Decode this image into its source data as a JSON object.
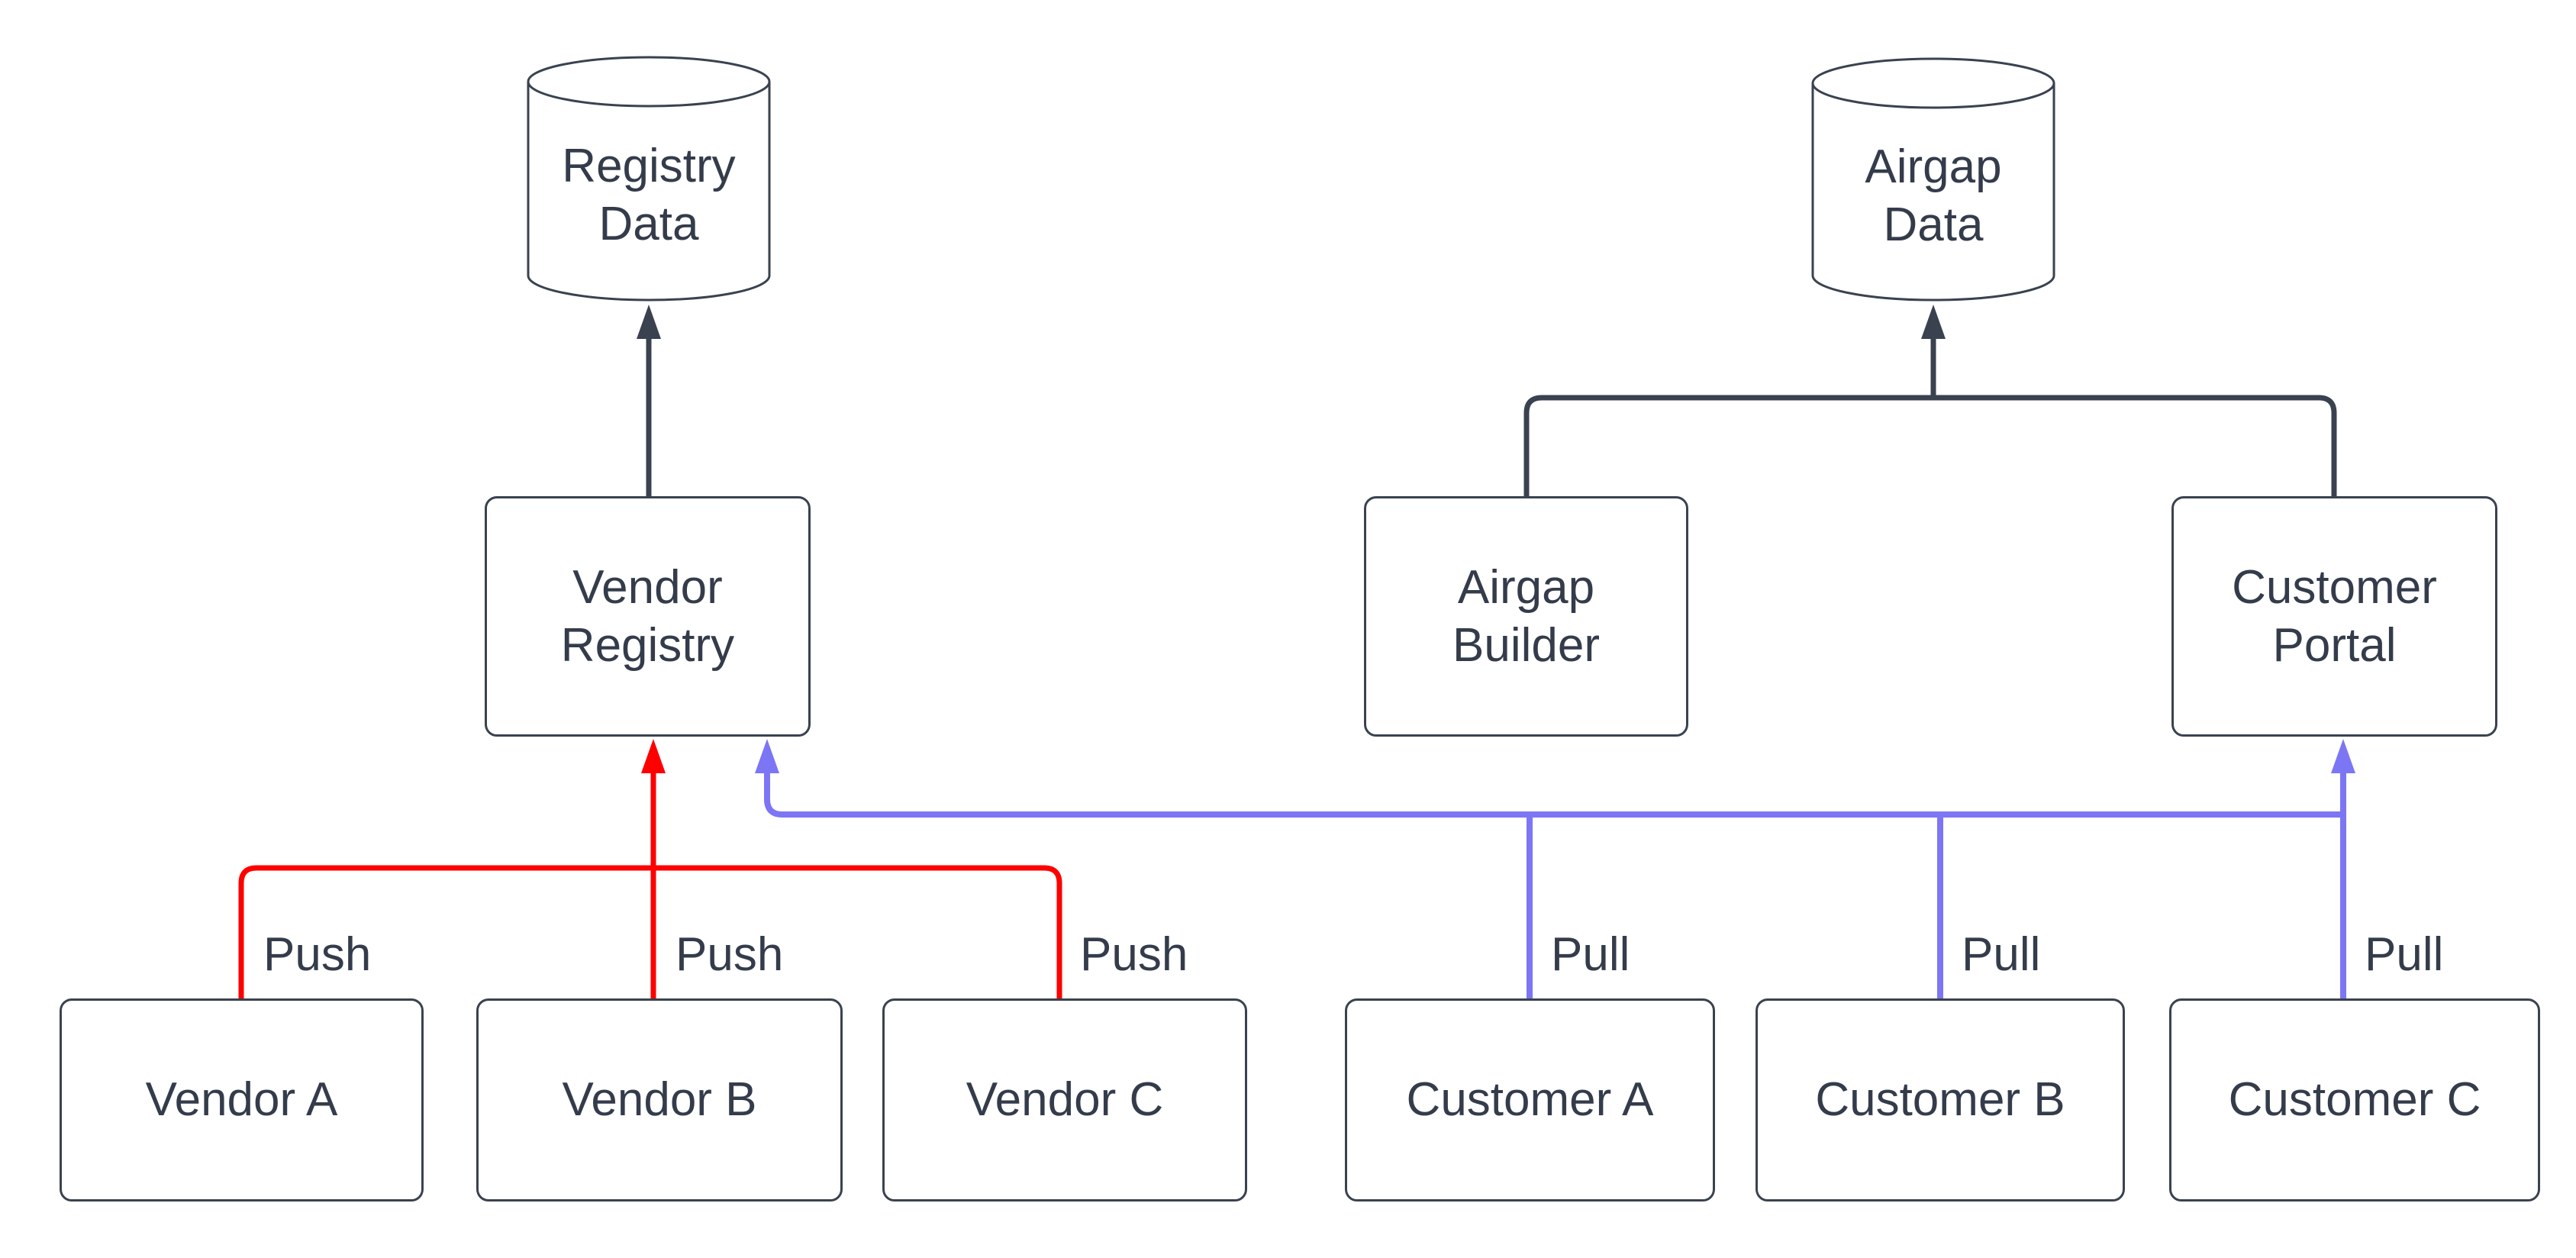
{
  "page": {
    "background": "#ffffff"
  },
  "palette": {
    "dark": "#3A4250",
    "text": "#343C4B",
    "push_red": "#FF0000",
    "pull_blue": "#7C76F5",
    "node_fill": "#ffffff"
  },
  "nodes": {
    "datastores": [
      {
        "id": "registry-data",
        "label": "Registry\nData"
      },
      {
        "id": "airgap-data",
        "label": "Airgap\nData"
      }
    ],
    "services": [
      {
        "id": "vendor-registry",
        "label": "Vendor\nRegistry"
      },
      {
        "id": "airgap-builder",
        "label": "Airgap\nBuilder"
      },
      {
        "id": "customer-portal",
        "label": "Customer\nPortal"
      }
    ],
    "vendors": [
      {
        "id": "vendor-a",
        "label": "Vendor A"
      },
      {
        "id": "vendor-b",
        "label": "Vendor B"
      },
      {
        "id": "vendor-c",
        "label": "Vendor C"
      }
    ],
    "customers": [
      {
        "id": "customer-a",
        "label": "Customer A"
      },
      {
        "id": "customer-b",
        "label": "Customer B"
      },
      {
        "id": "customer-c",
        "label": "Customer C"
      }
    ]
  },
  "edges": {
    "push_label": "Push",
    "pull_label": "Pull",
    "push": [
      {
        "from": "Vendor A",
        "to": "Vendor Registry"
      },
      {
        "from": "Vendor B",
        "to": "Vendor Registry"
      },
      {
        "from": "Vendor C",
        "to": "Vendor Registry"
      }
    ],
    "pull": [
      {
        "from": "Customer A",
        "to": "Vendor Registry"
      },
      {
        "from": "Customer B",
        "to": "Vendor Registry"
      },
      {
        "from": "Customer C",
        "to": "Vendor Registry / Customer Portal"
      }
    ],
    "dark": [
      {
        "from": "Vendor Registry",
        "to": "Registry Data"
      },
      {
        "from": "Airgap Builder",
        "to": "Airgap Data"
      },
      {
        "from": "Customer Portal",
        "to": "Airgap Data"
      }
    ]
  }
}
